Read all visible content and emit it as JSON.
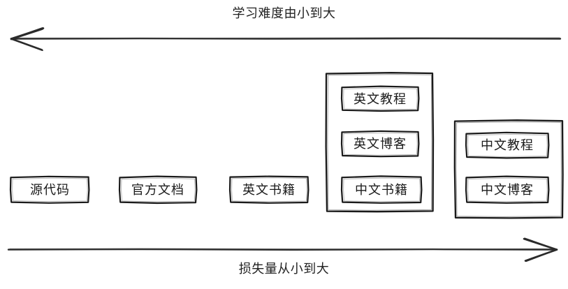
{
  "diagram": {
    "title_top": "学习难度由小到大",
    "title_bottom": "损失量从小到大",
    "stroke_color": "#1a1a1a",
    "background_color": "#ffffff",
    "axes": [
      {
        "name": "learning-difficulty-axis",
        "label": "学习难度由小到大",
        "direction": "left",
        "position": "top"
      },
      {
        "name": "information-loss-axis",
        "label": "损失量从小到大",
        "direction": "right",
        "position": "bottom"
      }
    ],
    "items": [
      {
        "label": "源代码"
      },
      {
        "label": "官方文档"
      },
      {
        "label": "英文书籍"
      },
      {
        "label": "英文教程"
      },
      {
        "label": "英文博客"
      },
      {
        "label": "中文书籍"
      },
      {
        "label": "中文教程"
      },
      {
        "label": "中文博客"
      }
    ],
    "columns": [
      {
        "name": "column-source-code",
        "grouped": false,
        "nodes": [
          "源代码"
        ]
      },
      {
        "name": "column-official-docs",
        "grouped": false,
        "nodes": [
          "官方文档"
        ]
      },
      {
        "name": "column-english-books",
        "grouped": false,
        "nodes": [
          "英文书籍"
        ]
      },
      {
        "name": "column-english-group",
        "grouped": true,
        "nodes": [
          "英文教程",
          "英文博客",
          "中文书籍"
        ]
      },
      {
        "name": "column-chinese-group",
        "grouped": true,
        "nodes": [
          "中文教程",
          "中文博客"
        ]
      }
    ]
  }
}
